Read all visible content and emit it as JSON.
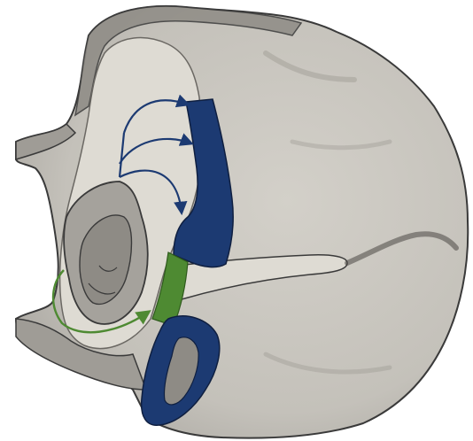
{
  "figure": {
    "kind": "anatomical illustration",
    "colors": {
      "background": "#ffffff",
      "tissue_fill": "#c9c6bf",
      "tissue_dark": "#8e8b85",
      "cavity_fill": "#dedbd3",
      "outline": "#3a3a3a",
      "primary_region": "#1c3a72",
      "secondary_region": "#4e8a32",
      "primary_arrow": "#1c3a72",
      "secondary_arrow": "#4e8a32"
    },
    "regions": [
      {
        "name": "blue-upper-region",
        "color": "primary_region"
      },
      {
        "name": "green-region",
        "color": "secondary_region"
      },
      {
        "name": "blue-lower-loop-region",
        "color": "primary_region"
      }
    ],
    "arrows": {
      "blue_count": 3,
      "green_count": 1
    }
  }
}
